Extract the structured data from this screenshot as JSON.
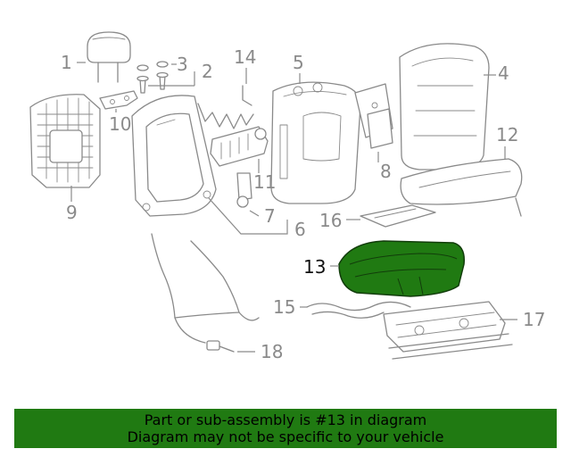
{
  "callouts": {
    "c1": "1",
    "c2": "2",
    "c3": "3",
    "c4": "4",
    "c5": "5",
    "c6": "6",
    "c7": "7",
    "c8": "8",
    "c9": "9",
    "c10": "10",
    "c11": "11",
    "c12": "12",
    "c13": "13",
    "c14": "14",
    "c15": "15",
    "c16": "16",
    "c17": "17",
    "c18": "18"
  },
  "highlight": {
    "part": "13",
    "color": "#207a12"
  },
  "banner": {
    "line1": "Part or sub-assembly is #13 in diagram",
    "line2": "Diagram may not be specific to your vehicle",
    "background": "#207a12"
  }
}
